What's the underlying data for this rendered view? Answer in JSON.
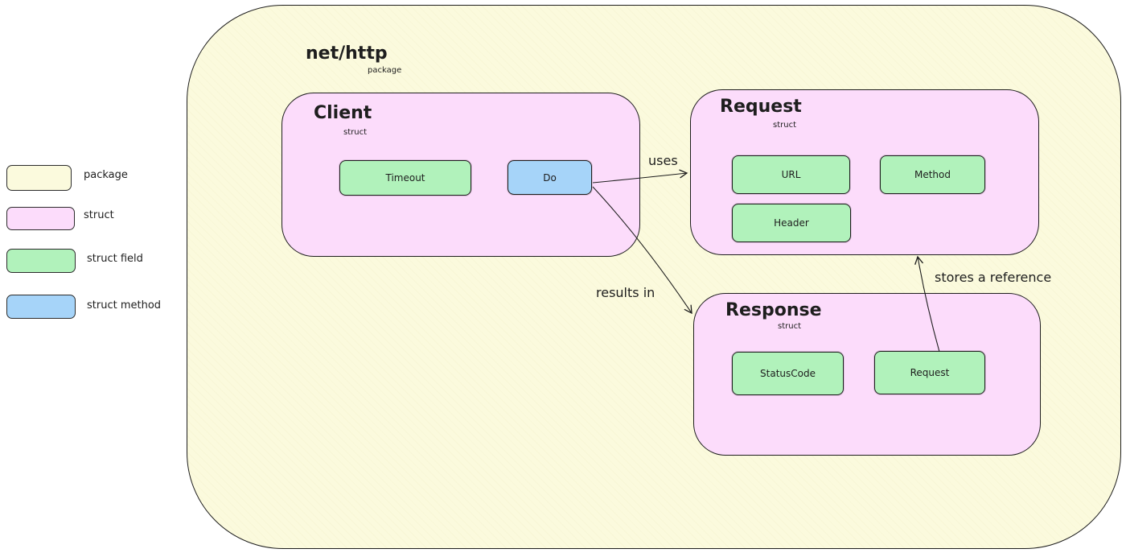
{
  "legend": {
    "items": [
      {
        "label": "package",
        "color": "#fbfadd"
      },
      {
        "label": "struct",
        "color": "#fcdcfb"
      },
      {
        "label": "struct field",
        "color": "#b1f2bb"
      },
      {
        "label": "struct method",
        "color": "#a6d4f9"
      }
    ]
  },
  "package": {
    "title": "net/http",
    "kind": "package"
  },
  "client": {
    "title": "Client",
    "kind": "struct",
    "fields": [
      "Timeout"
    ],
    "methods": [
      "Do"
    ]
  },
  "request": {
    "title": "Request",
    "kind": "struct",
    "fields": [
      "URL",
      "Method",
      "Header"
    ]
  },
  "response": {
    "title": "Response",
    "kind": "struct",
    "fields": [
      "StatusCode",
      "Request"
    ]
  },
  "edges": {
    "uses": "uses",
    "results_in": "results in",
    "stores_reference": "stores a reference"
  }
}
